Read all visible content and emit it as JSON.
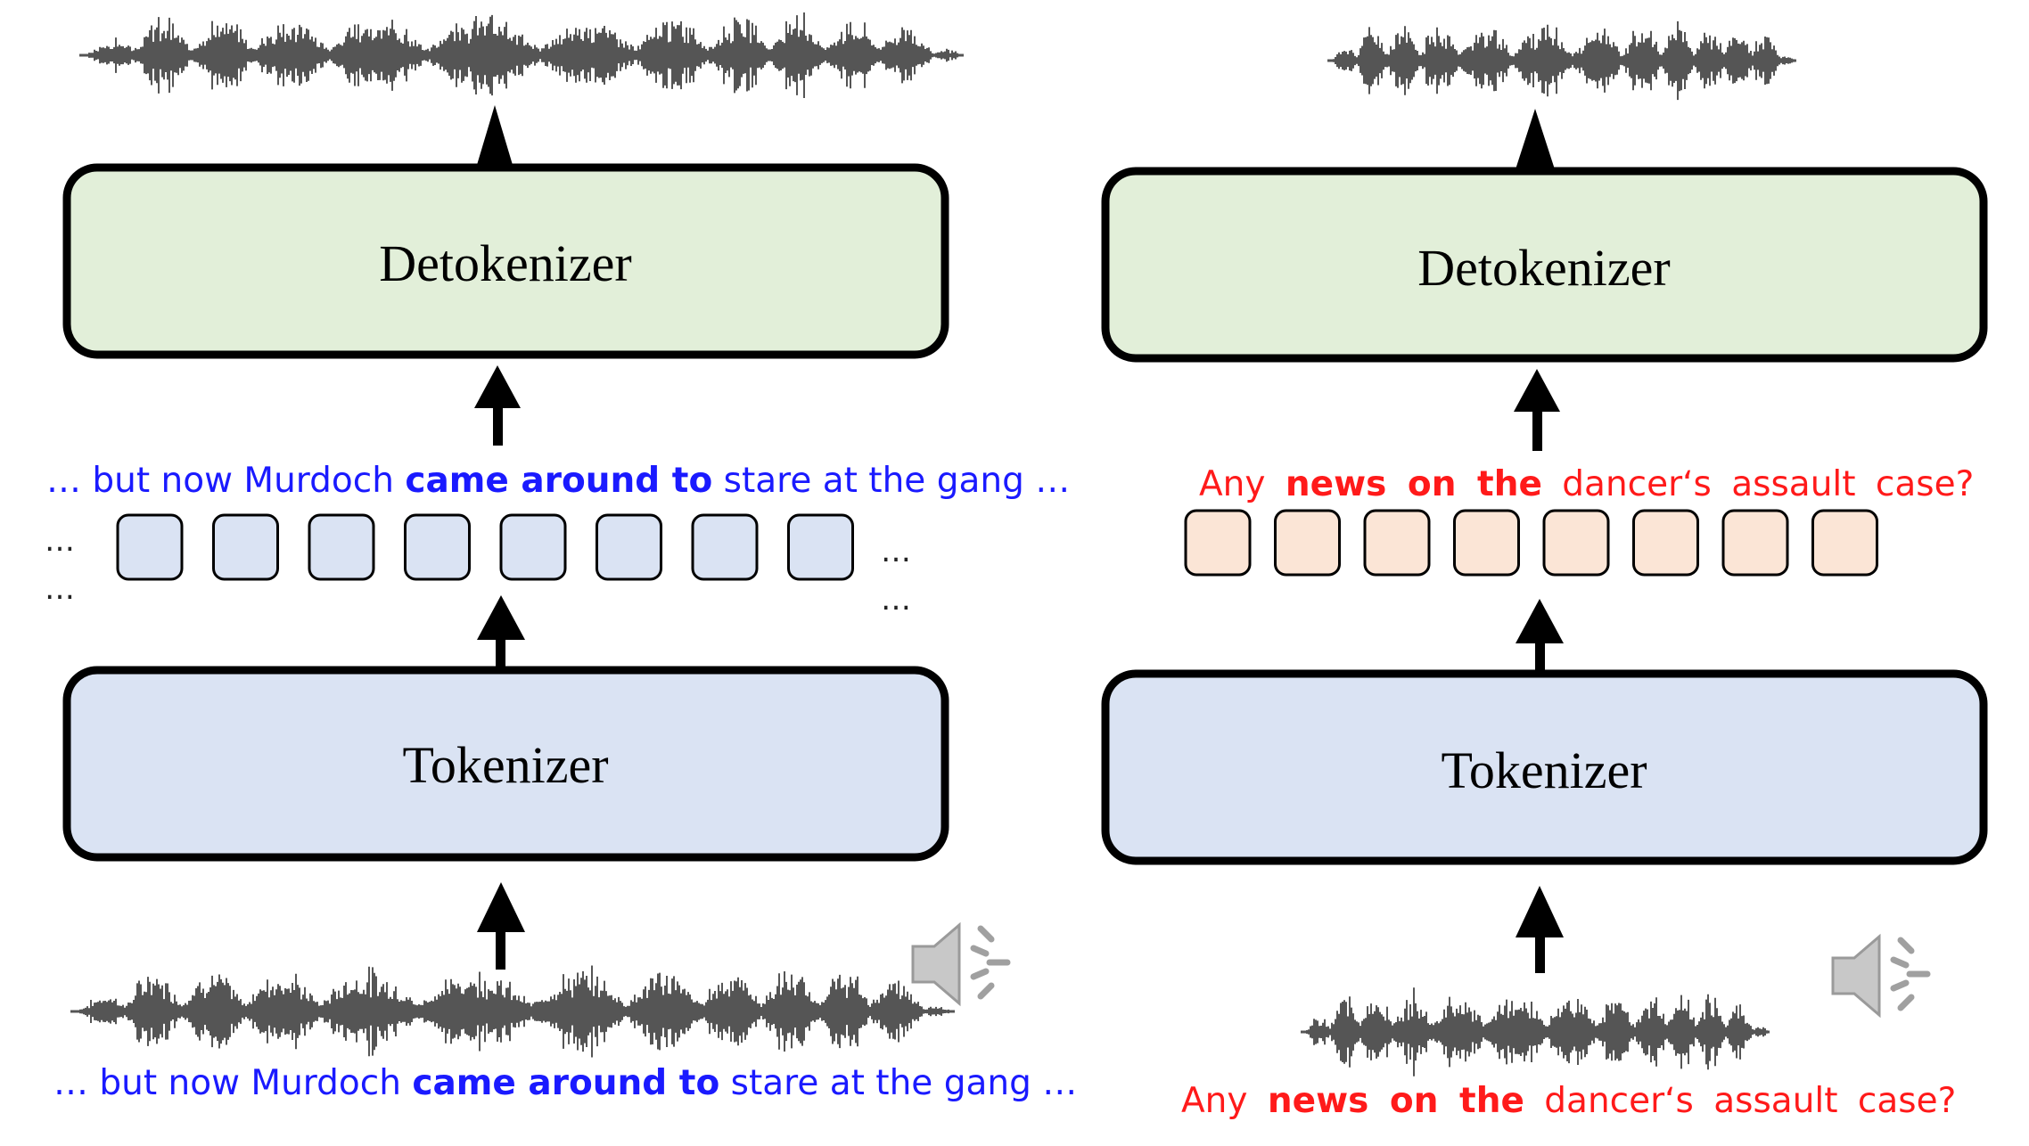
{
  "left": {
    "detokenizer_label": "Detokenizer",
    "tokenizer_label": "Tokenizer",
    "caption_pre": "… but now Murdoch ",
    "caption_bold": "came around to",
    "caption_post": " stare at the gang …",
    "ellipsis": "…"
  },
  "right": {
    "detokenizer_label": "Detokenizer",
    "tokenizer_label": "Tokenizer",
    "caption_pre": "Any ",
    "caption_bold": "news on the",
    "caption_post": " dancer‘s assault case?"
  },
  "colors": {
    "detokenizer_fill": "#e2efd9",
    "tokenizer_fill": "#dae3f3",
    "left_token_fill": "#dae3f3",
    "right_token_fill": "#fbe5d6",
    "left_text": "#1a1aff",
    "right_text": "#ff1a1a",
    "waveform": "#555555"
  },
  "icons": [
    "waveform-icon",
    "speaker-icon",
    "arrow-up-icon"
  ]
}
